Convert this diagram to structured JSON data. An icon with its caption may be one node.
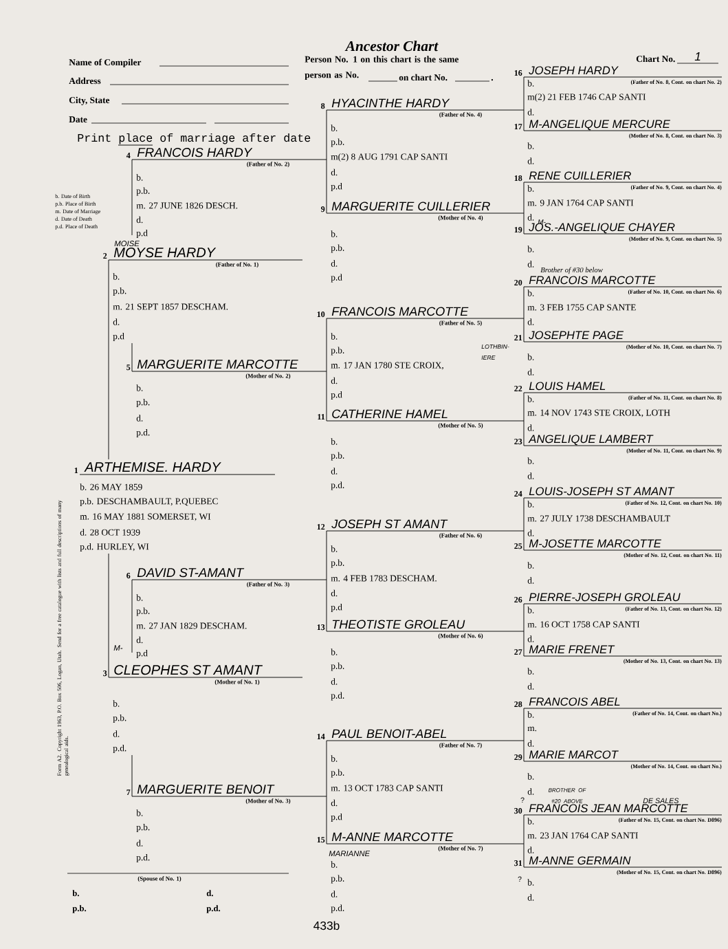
{
  "diagram": {
    "title": "Ancestor Chart",
    "nodes": [
      {
        "text": [
          "ARTHEMISE. HARDY",
          "b. 26 MAY 1859",
          "p.b. DESCHAMBAULT, P.QUEBEC",
          "m. 16 MAY 1881 SOMERSET, WI",
          "d. 28 OCT 1939",
          "p.d. HURLEY, WI"
        ],
        "beside": [
          "1"
        ]
      },
      {
        "text": [
          "MOYSE HARDY",
          "(Father of No. 1)",
          "b.",
          "p.b.",
          "m. 21 SEPT 1857 DESCHAM.",
          "d.",
          "p.d"
        ],
        "beside": [
          "2",
          "MOISE"
        ]
      },
      {
        "text": [
          "CLEOPHES ST AMANT",
          "(Mother of No. 1)",
          "b.",
          "p.b.",
          "d.",
          "p.d."
        ],
        "beside": [
          "3",
          "M-"
        ]
      },
      {
        "text": [
          "FRANCOIS HARDY",
          "(Father of No. 2)",
          "b.",
          "p.b.",
          "m. 27 JUNE 1826 DESCH.",
          "d.",
          "p.d"
        ],
        "beside": [
          "4"
        ]
      },
      {
        "text": [
          "MARGUERITE MARCOTTE",
          "(Mother of No. 2)",
          "b.",
          "p.b.",
          "d.",
          "p.d."
        ],
        "beside": [
          "5"
        ]
      },
      {
        "text": [
          "DAVID ST-AMANT",
          "(Father of No. 3)",
          "b.",
          "p.b.",
          "m. 27 JAN 1829 DESCHAM.",
          "d.",
          "p.d"
        ],
        "beside": [
          "6"
        ]
      },
      {
        "text": [
          "MARGUERITE BENOIT",
          "(Mother of No. 3)",
          "b.",
          "p.b.",
          "d.",
          "p.d."
        ],
        "beside": [
          "7"
        ]
      },
      {
        "text": [
          "HYACINTHE HARDY",
          "(Father of No. 4)",
          "b.",
          "p.b.",
          "m(2) 8 AUG 1791 CAP SANTI",
          "d.",
          "p.d"
        ],
        "beside": [
          "8"
        ]
      },
      {
        "text": [
          "MARGUERITE CUILLERIER",
          "(Mother of No. 4)",
          "b.",
          "p.b.",
          "d.",
          "p.d"
        ],
        "beside": [
          "9"
        ]
      },
      {
        "text": [
          "FRANCOIS MARCOTTE",
          "(Father of No. 5)",
          "b.",
          "p.b.",
          "m. 17 JAN 1780 STE CROIX,",
          "LOTHBIN- IERE",
          "d.",
          "p.d"
        ],
        "beside": [
          "10"
        ]
      },
      {
        "text": [
          "CATHERINE HAMEL",
          "(Mother of No. 5)",
          "b.",
          "p.b.",
          "d.",
          "p.d."
        ],
        "beside": [
          "11"
        ]
      },
      {
        "text": [
          "JOSEPH ST AMANT",
          "(Father of No. 6)",
          "b.",
          "p.b.",
          "m. 4 FEB 1783 DESCHAM.",
          "d.",
          "p.d"
        ],
        "beside": [
          "12"
        ]
      },
      {
        "text": [
          "THEOTISTE GROLEAU",
          "(Mother of No. 6)",
          "b.",
          "p.b.",
          "d.",
          "p.d."
        ],
        "beside": [
          "13"
        ]
      },
      {
        "text": [
          "PAUL BENOIT-ABEL",
          "(Father of No. 7)",
          "b.",
          "p.b.",
          "m. 13 OCT 1783 CAP SANTI",
          "d.",
          "p.d"
        ],
        "beside": [
          "14"
        ]
      },
      {
        "text": [
          "M-ANNE MARCOTTE",
          "(Mother of No. 7)",
          "MARIANNE",
          "b.",
          "p.b.",
          "d.",
          "p.d."
        ],
        "beside": [
          "15"
        ]
      },
      {
        "text": [
          "JOSEPH HARDY",
          "(Father of No. 8, Cont. on chart No. 2)",
          "b.",
          "m(2) 21 FEB 1746 CAP SANTI",
          "d."
        ],
        "beside": [
          "16"
        ]
      },
      {
        "text": [
          "M-ANGELIQUE MERCURE",
          "(Mother of No. 8, Cont. on chart No. 3)",
          "b.",
          "d."
        ],
        "beside": [
          "17"
        ]
      },
      {
        "text": [
          "RENE CUILLERIER",
          "(Father of No. 9, Cont. on chart No. 4)",
          "b.",
          "m. 9 JAN 1764 CAP SANTI",
          "d."
        ],
        "beside": [
          "18"
        ]
      },
      {
        "text": [
          "JOS.-ANGELIQUE CHAYER",
          "(Mother of No. 9, Cont. on chart No. 5)",
          "b.",
          "d."
        ],
        "beside": [
          "19",
          "M-"
        ]
      },
      {
        "text": [
          "FRANCOIS MARCOTTE",
          "(Father of No. 10, Cont. on chart No. 6)",
          "b.",
          "m. 3 FEB 1755 CAP SANTE",
          "d."
        ],
        "beside": [
          "20",
          "Brother of #30 below"
        ]
      },
      {
        "text": [
          "JOSEPHTE PAGE",
          "(Mother of No. 10, Cont. on chart No. 7)",
          "b.",
          "d."
        ],
        "beside": [
          "21"
        ]
      },
      {
        "text": [
          "LOUIS HAMEL",
          "(Father of No. 11, Cont. on chart No. 8)",
          "b.",
          "m. 14 NOV 1743 STE CROIX, LOTH",
          "d."
        ],
        "beside": [
          "22"
        ]
      },
      {
        "text": [
          "ANGELIQUE LAMBERT",
          "(Mother of No. 11, Cont. on chart No. 9)",
          "b.",
          "d."
        ],
        "beside": [
          "23"
        ]
      },
      {
        "text": [
          "LOUIS-JOSEPH ST AMANT",
          "(Father of No. 12, Cont. on chart No. 10)",
          "b.",
          "m. 27 JULY 1738 DESCHAMBAULT",
          "d."
        ],
        "beside": [
          "24"
        ]
      },
      {
        "text": [
          "M-JOSETTE MARCOTTE",
          "(Mother of No. 12, Cont. on chart No. 11)",
          "b.",
          "d."
        ],
        "beside": [
          "25"
        ]
      },
      {
        "text": [
          "PIERRE-JOSEPH GROLEAU",
          "(Father of No. 13, Cont. on chart No. 12)",
          "b.",
          "m. 16 OCT 1758 CAP SANTI",
          "d."
        ],
        "beside": [
          "26"
        ]
      },
      {
        "text": [
          "MARIE FRENET",
          "(Mother of No. 13, Cont. on chart No. 13)",
          "b.",
          "d."
        ],
        "beside": [
          "27"
        ]
      },
      {
        "text": [
          "FRANCOIS ABEL",
          "(Father of No. 14, Cont. on chart No.)",
          "b.",
          "m.",
          "d."
        ],
        "beside": [
          "28"
        ]
      },
      {
        "text": [
          "MARIE MARCOT",
          "(Mother of No. 14, Cont. on chart No.)",
          "b.",
          "d."
        ],
        "beside": [
          "29"
        ]
      },
      {
        "text": [
          "FRANCOIS JEAN MARCOTTE",
          "(Father of No. 15, Cont. on chart No. D896)",
          "b.",
          "m. 23 JAN 1764 CAP SANTI",
          "d."
        ],
        "beside": [
          "30",
          "?",
          "BROTHER OF #20 ABOVE",
          "DE SALES"
        ]
      },
      {
        "text": [
          "M-ANNE GERMAIN",
          "(Mother of No. 15, Cont. on chart No. D896)",
          "b.",
          "d."
        ],
        "beside": [
          "31",
          "?"
        ]
      }
    ],
    "edges": [
      {
        "from": 0,
        "to": 1,
        "arrow": "none"
      },
      {
        "from": 0,
        "to": 2,
        "arrow": "none"
      },
      {
        "from": 1,
        "to": 3,
        "arrow": "none"
      },
      {
        "from": 1,
        "to": 4,
        "arrow": "none"
      },
      {
        "from": 2,
        "to": 5,
        "arrow": "none"
      },
      {
        "from": 2,
        "to": 6,
        "arrow": "none"
      },
      {
        "from": 3,
        "to": 7,
        "arrow": "none"
      },
      {
        "from": 3,
        "to": 8,
        "arrow": "none"
      },
      {
        "from": 4,
        "to": 9,
        "arrow": "none"
      },
      {
        "from": 4,
        "to": 10,
        "arrow": "none"
      },
      {
        "from": 5,
        "to": 11,
        "arrow": "none"
      },
      {
        "from": 5,
        "to": 12,
        "arrow": "none"
      },
      {
        "from": 6,
        "to": 13,
        "arrow": "none"
      },
      {
        "from": 6,
        "to": 14,
        "arrow": "none"
      },
      {
        "from": 7,
        "to": 15,
        "arrow": "none"
      },
      {
        "from": 7,
        "to": 16,
        "arrow": "none"
      },
      {
        "from": 8,
        "to": 17,
        "arrow": "none"
      },
      {
        "from": 8,
        "to": 18,
        "arrow": "none"
      },
      {
        "from": 9,
        "to": 19,
        "arrow": "none"
      },
      {
        "from": 9,
        "to": 20,
        "arrow": "none"
      },
      {
        "from": 10,
        "to": 21,
        "arrow": "none"
      },
      {
        "from": 10,
        "to": 22,
        "arrow": "none"
      },
      {
        "from": 11,
        "to": 23,
        "arrow": "none"
      },
      {
        "from": 11,
        "to": 24,
        "arrow": "none"
      },
      {
        "from": 12,
        "to": 25,
        "arrow": "none"
      },
      {
        "from": 12,
        "to": 26,
        "arrow": "none"
      },
      {
        "from": 13,
        "to": 27,
        "arrow": "none"
      },
      {
        "from": 13,
        "to": 28,
        "arrow": "none"
      },
      {
        "from": 14,
        "to": 29,
        "arrow": "none"
      },
      {
        "from": 14,
        "to": 30,
        "arrow": "none"
      }
    ],
    "labels": [
      "Name of Compiler",
      "Address",
      "City, State",
      "Date",
      "Person No. 1 on this chart is the same person as No.",
      "on chart No.",
      ".",
      "Chart No.",
      "1",
      "Print place of marriage after date",
      "b. Date of Birth",
      "p.b. Place of Birth",
      "m. Date of Marriage",
      "d. Date of Death",
      "p.d. Place of Death",
      "Form A2. Copyright 1963, P.O. Box 506, Logan, Utah. Send for a free catalogue with lists and full descriptions of many genealogical aids.",
      "(Spouse of No. 1)",
      "b.",
      "d.",
      "p.b.",
      "p.d.",
      "433b"
    ]
  }
}
